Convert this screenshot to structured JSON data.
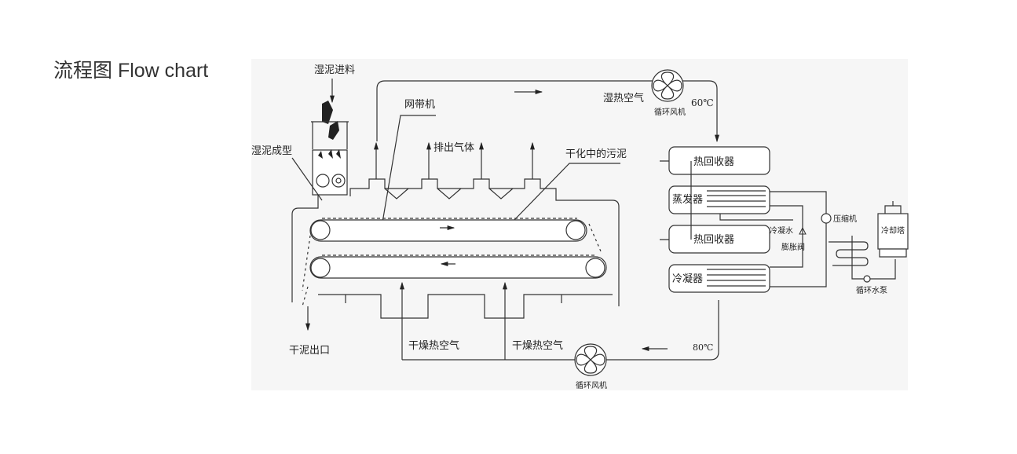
{
  "title": "流程图 Flow chart",
  "labels": {
    "wet_feed": "湿泥进料",
    "mesh_belt": "网带机",
    "humid_air": "湿热空气",
    "fan_top": "循环风机",
    "temp_top": "60℃",
    "forming": "湿泥成型",
    "exhaust": "排出气体",
    "drying_sludge": "干化中的污泥",
    "heat_recovery_1": "热回收器",
    "evaporator": "蒸发器",
    "heat_recovery_2": "热回收器",
    "condenser": "冷凝器",
    "compressor": "压缩机",
    "condensate": "冷凝水",
    "expansion_valve": "膨胀阀",
    "cooling_tower": "冷却塔",
    "pump": "循环水泵",
    "dry_outlet": "干泥出口",
    "hot_air_1": "干燥热空气",
    "hot_air_2": "干燥热空气",
    "temp_bottom": "80℃",
    "fan_bottom": "循环风机"
  }
}
